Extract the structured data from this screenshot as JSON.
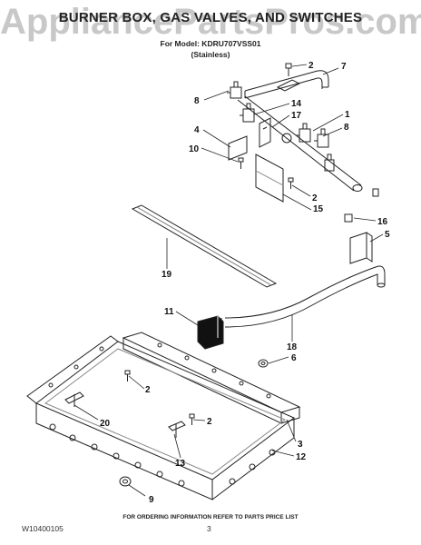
{
  "watermark": "AppliancePartsPros.com",
  "header": {
    "title": "BURNER BOX, GAS VALVES, AND SWITCHES",
    "model_line": "For Model: KDRU707VSS01",
    "variant": "(Stainless)"
  },
  "callouts": [
    "2",
    "7",
    "8",
    "14",
    "17",
    "1",
    "8",
    "4",
    "10",
    "2",
    "15",
    "16",
    "5",
    "19",
    "11",
    "18",
    "6",
    "2",
    "20",
    "2",
    "3",
    "13",
    "12",
    "9"
  ],
  "footer": {
    "note": "FOR ORDERING INFORMATION REFER TO PARTS PRICE LIST",
    "doc_number": "W10400105",
    "page_number": "3"
  }
}
